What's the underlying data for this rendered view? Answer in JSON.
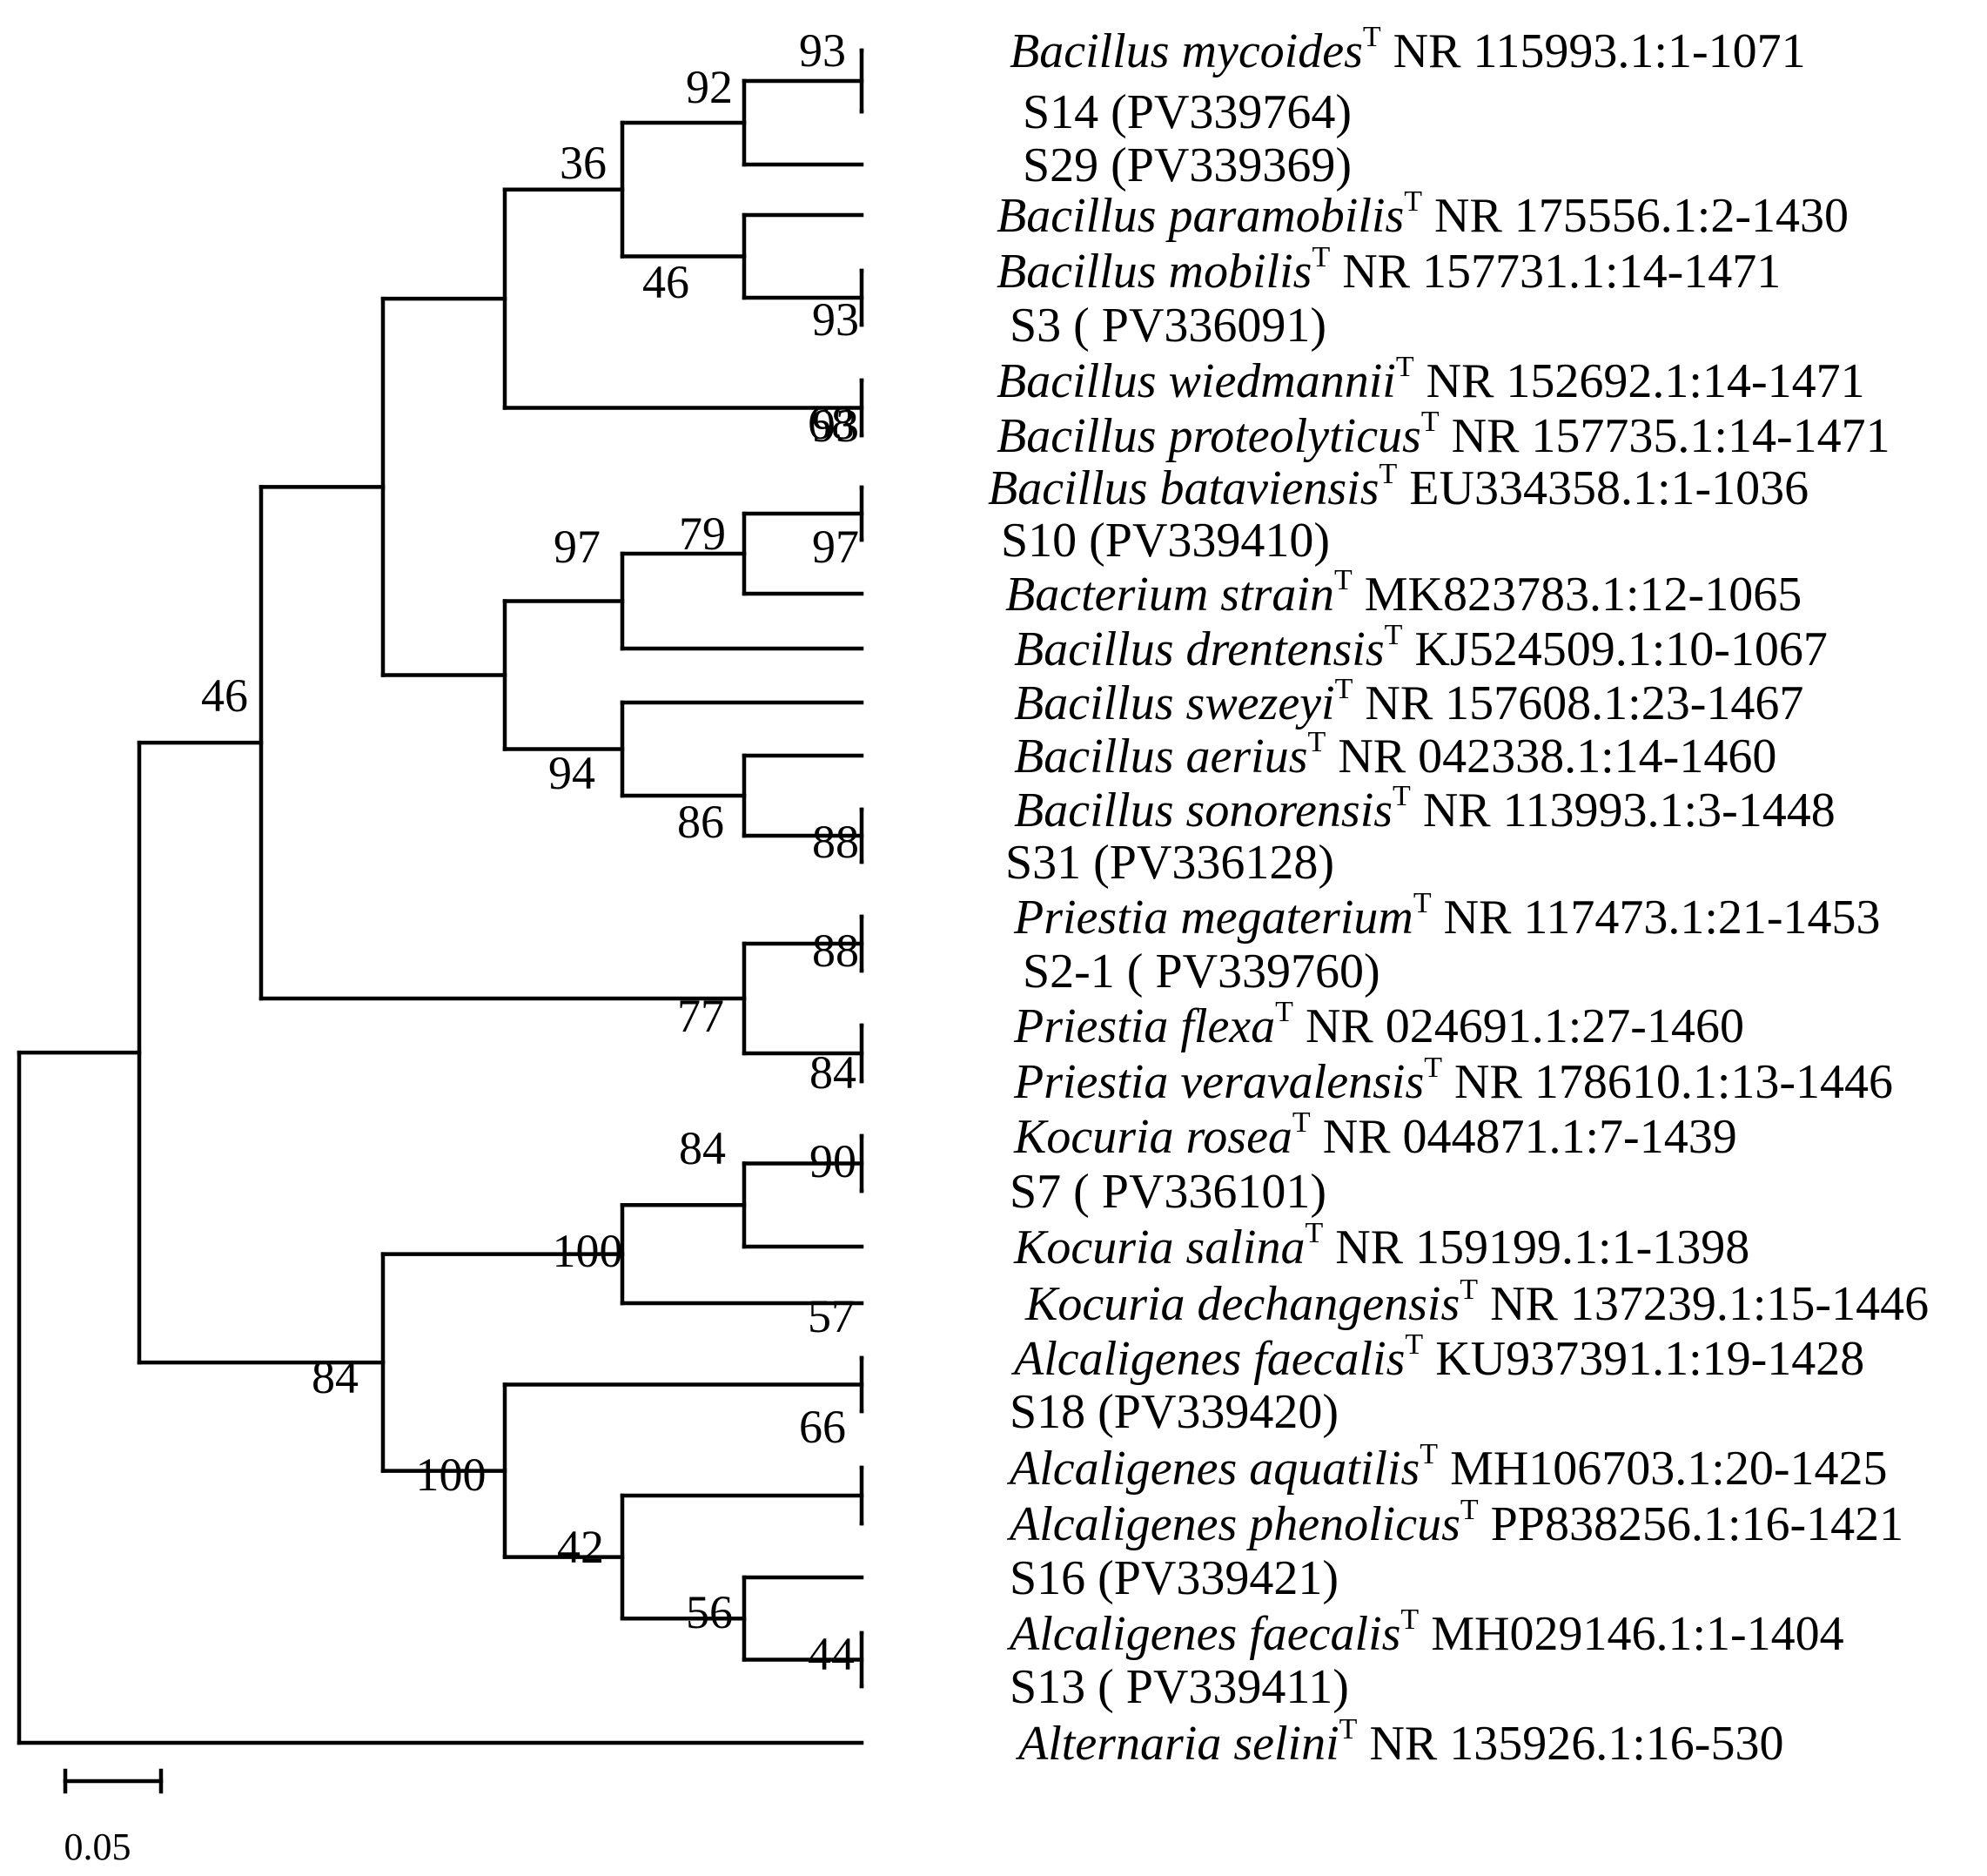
{
  "tree": {
    "leaves": [
      {
        "taxon": "Bacillus mycoides",
        "type_strain": "T",
        "accession": "NR 115993.1:1-1071"
      },
      {
        "taxon": "",
        "type_strain": "",
        "accession": "S14 (PV339764)"
      },
      {
        "taxon": "",
        "type_strain": "",
        "accession": "S29 (PV339369)"
      },
      {
        "taxon": "Bacillus paramobilis",
        "type_strain": "T",
        "accession": "NR 175556.1:2-1430"
      },
      {
        "taxon": "Bacillus mobilis",
        "type_strain": "T",
        "accession": "NR 157731.1:14-1471"
      },
      {
        "taxon": "",
        "type_strain": "",
        "accession": "S3 ( PV336091)"
      },
      {
        "taxon": "Bacillus wiedmannii",
        "type_strain": "T",
        "accession": "NR 152692.1:14-1471"
      },
      {
        "taxon": "Bacillus proteolyticus",
        "type_strain": "T",
        "accession": "NR 157735.1:14-1471"
      },
      {
        "taxon": "Bacillus bataviensis",
        "type_strain": "T",
        "accession": "EU334358.1:1-1036"
      },
      {
        "taxon": "",
        "type_strain": "",
        "accession": "S10 (PV339410)"
      },
      {
        "taxon": "Bacterium strain",
        "type_strain": "T",
        "accession": "MK823783.1:12-1065"
      },
      {
        "taxon": "Bacillus drentensis",
        "type_strain": "T",
        "accession": "KJ524509.1:10-1067"
      },
      {
        "taxon": "Bacillus swezeyi",
        "type_strain": "T",
        "accession": "NR 157608.1:23-1467"
      },
      {
        "taxon": "Bacillus aerius",
        "type_strain": "T",
        "accession": "NR 042338.1:14-1460"
      },
      {
        "taxon": "Bacillus sonorensis",
        "type_strain": "T",
        "accession": "NR 113993.1:3-1448"
      },
      {
        "taxon": "",
        "type_strain": "",
        "accession": "S31 (PV336128)"
      },
      {
        "taxon": "Priestia megaterium",
        "type_strain": "T",
        "accession": "NR 117473.1:21-1453"
      },
      {
        "taxon": "",
        "type_strain": "",
        "accession": "S2-1 ( PV339760)"
      },
      {
        "taxon": "Priestia flexa",
        "type_strain": "T",
        "accession": "NR 024691.1:27-1460"
      },
      {
        "taxon": "Priestia veravalensis",
        "type_strain": "T",
        "accession": "NR 178610.1:13-1446"
      },
      {
        "taxon": "Kocuria rosea",
        "type_strain": "T",
        "accession": "NR 044871.1:7-1439"
      },
      {
        "taxon": "",
        "type_strain": "",
        "accession": "S7 ( PV336101)"
      },
      {
        "taxon": "Kocuria salina",
        "type_strain": "T",
        "accession": "NR 159199.1:1-1398"
      },
      {
        "taxon": "Kocuria dechangensis",
        "type_strain": "T",
        "accession": "NR 137239.1:15-1446"
      },
      {
        "taxon": "Alcaligenes faecalis",
        "type_strain": "T",
        "accession": "KU937391.1:19-1428"
      },
      {
        "taxon": "",
        "type_strain": "",
        "accession": "S18 (PV339420)"
      },
      {
        "taxon": "Alcaligenes aquatilis",
        "type_strain": "T",
        "accession": "MH106703.1:20-1425"
      },
      {
        "taxon": "Alcaligenes phenolicus",
        "type_strain": "T",
        "accession": "PP838256.1:16-1421"
      },
      {
        "taxon": "",
        "type_strain": "",
        "accession": "S16 (PV339421)"
      },
      {
        "taxon": "Alcaligenes faecalis",
        "type_strain": "T",
        "accession": "MH029146.1:1-1404"
      },
      {
        "taxon": "",
        "type_strain": "",
        "accession": "S13 ( PV339411)"
      },
      {
        "taxon": "Alternaria selini",
        "type_strain": "T",
        "accession": "NR 135926.1:16-530"
      }
    ],
    "bootstrap_values": [
      "93",
      "92",
      "36",
      "46",
      "93",
      "93",
      "68",
      "79",
      "97",
      "97",
      "94",
      "86",
      "88",
      "46",
      "88",
      "77",
      "84",
      "84",
      "90",
      "100",
      "57",
      "66",
      "84",
      "100",
      "42",
      "56",
      "44"
    ],
    "scale_bar": {
      "value": "0.05"
    }
  }
}
